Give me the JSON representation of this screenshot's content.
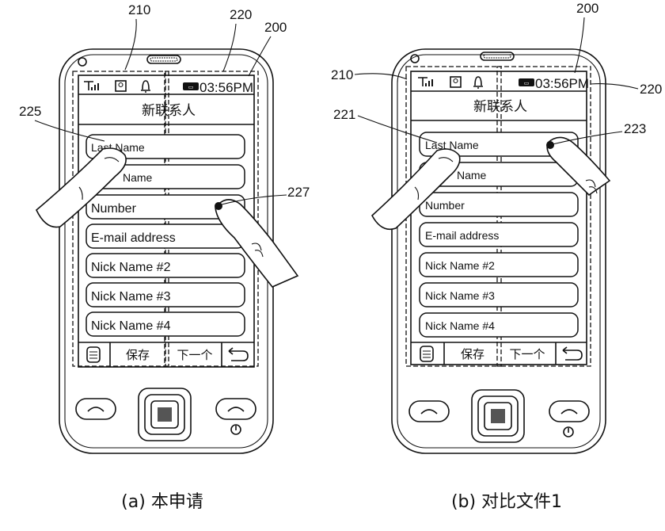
{
  "panels": [
    {
      "id": "a",
      "caption": "(a) 本申请",
      "ref_labels": {
        "left_region": "210",
        "right_region": "220",
        "screen": "200",
        "touch_left": "225",
        "touch_right": "227"
      },
      "status": {
        "time": "03:56PM",
        "battery": "▭"
      },
      "header_title": "新联系人",
      "fields": [
        "Last Name",
        "Name",
        "Number",
        "E-mail address",
        "Nick Name #2",
        "Nick Name #3",
        "Nick Name #4"
      ],
      "softkeys": {
        "save": "保存",
        "next": "下一个"
      }
    },
    {
      "id": "b",
      "caption": "(b) 对比文件1",
      "ref_labels": {
        "left_region": "210",
        "right_region": "220",
        "screen": "200",
        "touch_left": "221",
        "touch_right": "223"
      },
      "status": {
        "time": "03:56PM",
        "battery": "▭"
      },
      "header_title": "新联系人",
      "fields": [
        "Last Name",
        "Name",
        "Number",
        "E-mail address",
        "Nick Name #2",
        "Nick Name #3",
        "Nick Name #4"
      ],
      "softkeys": {
        "save": "保存",
        "next": "下一个"
      }
    }
  ],
  "icons": {
    "signal": "signal-icon",
    "contact": "contact-card-icon",
    "bell": "bell-icon",
    "menu": "menu-icon",
    "back": "back-arrow-icon",
    "call": "call-button-icon",
    "end": "end-call-button-icon",
    "power": "power-icon"
  }
}
